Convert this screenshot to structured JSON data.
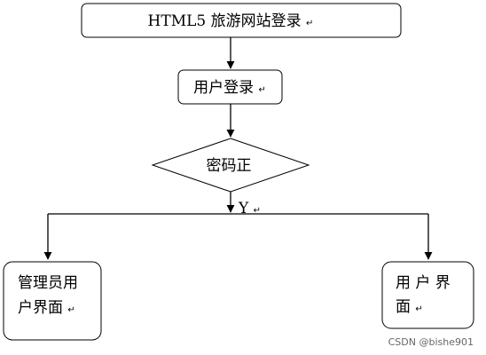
{
  "nodes": {
    "title": {
      "label": "HTML5 旅游网站登录"
    },
    "login": {
      "label": "用户登录"
    },
    "check": {
      "label": "密码正"
    },
    "admin": {
      "line1": "管理员用",
      "line2": "户界面"
    },
    "user": {
      "line1": "用 户 界",
      "line2": "面"
    }
  },
  "edges": {
    "yes_label": "Y"
  },
  "paragraph_mark": "↵",
  "watermark": "CSDN @bishe901"
}
